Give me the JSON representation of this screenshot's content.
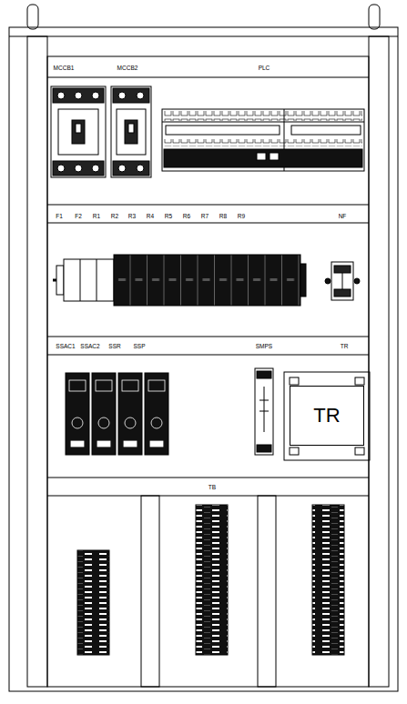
{
  "diagram": {
    "nodes": [
      {
        "text": [
          "TR"
        ]
      }
    ],
    "labels": [
      "MCCB1",
      "MCCB2",
      "PLC",
      "F1",
      "F2",
      "R1",
      "R2",
      "R3",
      "R4",
      "R5",
      "R6",
      "R7",
      "R8",
      "R9",
      "NF",
      "SSAC1",
      "SSAC2",
      "SSR",
      "SSP",
      "SMPS",
      "TR",
      "TB"
    ]
  }
}
